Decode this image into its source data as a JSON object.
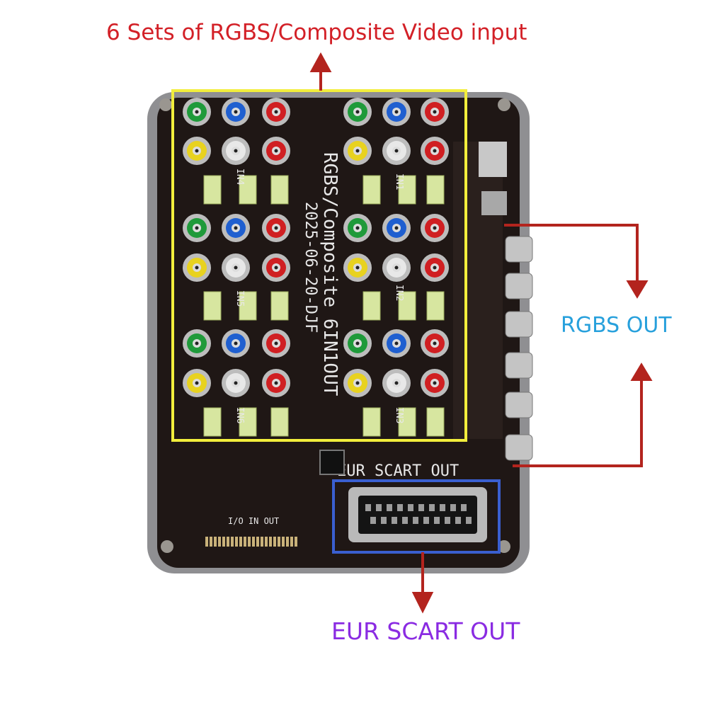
{
  "labels": {
    "input": "6 Sets of RGBS/Composite Video input",
    "rgbs_out": "RGBS OUT",
    "scart_out": "EUR SCART OUT"
  },
  "board": {
    "main_text": "RGBS/Composite 6IN1OUT",
    "date_text": "2025-06-20-DJF",
    "scart_text": "EUR SCART OUT",
    "io_text": "I/O IN OUT",
    "in_labels": [
      "IN4",
      "IN1",
      "IN5",
      "IN2",
      "IN6",
      "IN3"
    ]
  },
  "colors": {
    "label_red": "#d32027",
    "label_blue": "#27a0dc",
    "label_purple": "#8a2be2",
    "arrow": "#b3241e",
    "yellow_box": "#f2ee3c",
    "blue_box": "#3a5fd0",
    "pcb": "#1f1715",
    "rca_green": "#1f9a3a",
    "rca_blue": "#1f5fd0",
    "rca_red": "#d01f22",
    "rca_yellow": "#e8d21f",
    "rca_white": "#e8e8e8"
  }
}
